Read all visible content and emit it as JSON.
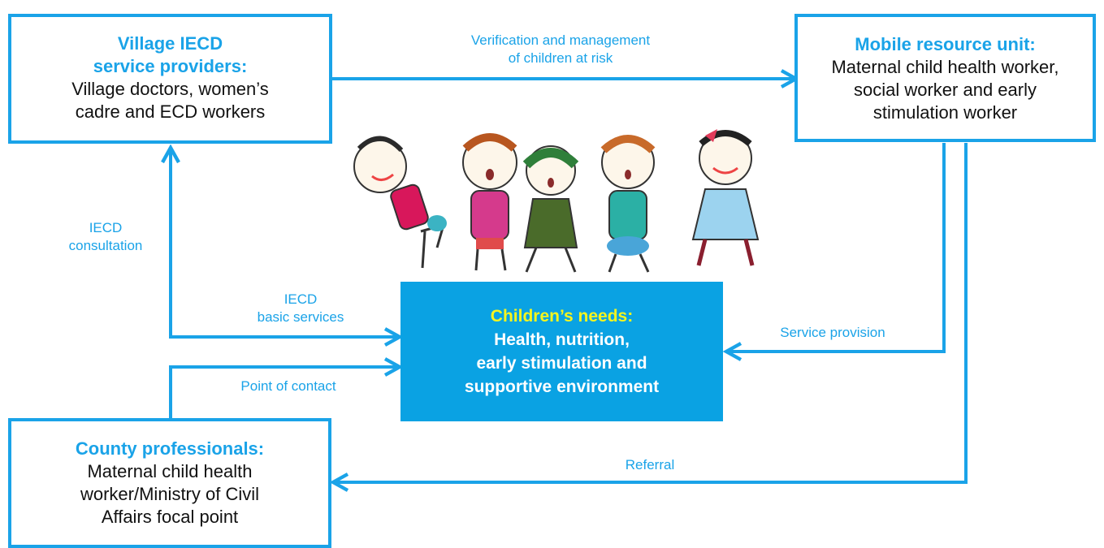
{
  "boxes": {
    "village": {
      "title_line1": "Village IECD",
      "title_line2": "service providers:",
      "body": [
        "Village doctors, women’s",
        "cadre and ECD workers"
      ]
    },
    "mobile": {
      "title": "Mobile resource unit:",
      "body": [
        "Maternal child health worker,",
        "social worker and early",
        "stimulation worker"
      ]
    },
    "county": {
      "title": "County professionals:",
      "body": [
        "Maternal child health",
        "worker/Ministry of Civil",
        "Affairs focal point"
      ]
    },
    "children": {
      "title": "Children’s needs:",
      "body": [
        "Health, nutrition,",
        "early stimulation and",
        "supportive environment"
      ]
    }
  },
  "labels": {
    "verification": [
      "Verification and management",
      "of children at risk"
    ],
    "consultation": [
      "IECD",
      "consultation"
    ],
    "basic_services": [
      "IECD",
      "basic services"
    ],
    "point_of_contact": "Point of contact",
    "service_provision": "Service provision",
    "referral": "Referral"
  },
  "colors": {
    "accent": "#1aa3e8",
    "center_fill": "#0aa2e3",
    "center_title": "#f6f51e"
  }
}
